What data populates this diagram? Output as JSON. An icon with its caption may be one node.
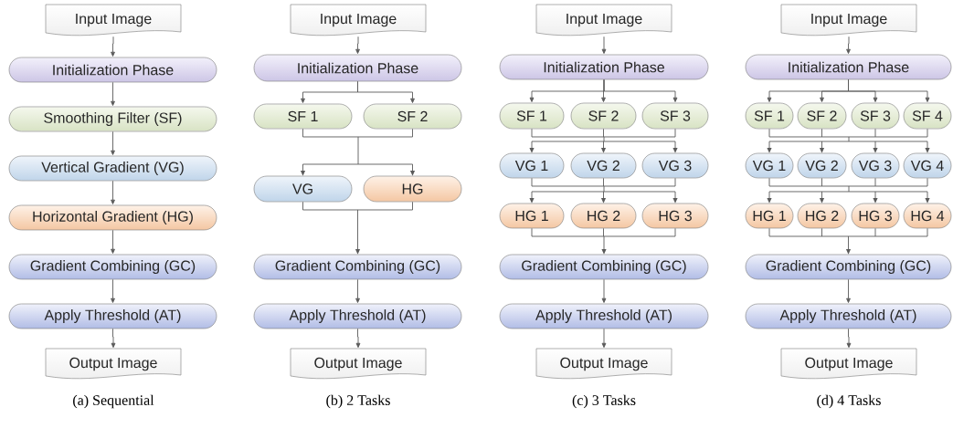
{
  "diagram": {
    "nodes": [
      {
        "text": [
          "Input Image"
        ]
      },
      {
        "text": [
          "Initialization Phase"
        ]
      },
      {
        "text": [
          "Smoothing Filter (SF)"
        ]
      },
      {
        "text": [
          "Vertical Gradient (VG)"
        ]
      },
      {
        "text": [
          "Horizontal Gradient (HG)"
        ]
      },
      {
        "text": [
          "Gradient Combining (GC)"
        ]
      },
      {
        "text": [
          "Apply Threshold (AT)"
        ]
      },
      {
        "text": [
          "Output Image"
        ]
      },
      {
        "text": [
          "Input Image"
        ]
      },
      {
        "text": [
          "Initialization Phase"
        ]
      },
      {
        "text": [
          "SF 1"
        ]
      },
      {
        "text": [
          "SF 2"
        ]
      },
      {
        "text": [
          "VG"
        ]
      },
      {
        "text": [
          "HG"
        ]
      },
      {
        "text": [
          "Gradient Combining (GC)"
        ]
      },
      {
        "text": [
          "Apply Threshold (AT)"
        ]
      },
      {
        "text": [
          "Output Image"
        ]
      },
      {
        "text": [
          "Input Image"
        ]
      },
      {
        "text": [
          "Initialization Phase"
        ]
      },
      {
        "text": [
          "SF 1"
        ]
      },
      {
        "text": [
          "SF 2"
        ]
      },
      {
        "text": [
          "SF 3"
        ]
      },
      {
        "text": [
          "VG 1"
        ]
      },
      {
        "text": [
          "VG 2"
        ]
      },
      {
        "text": [
          "VG 3"
        ]
      },
      {
        "text": [
          "HG 1"
        ]
      },
      {
        "text": [
          "HG 2"
        ]
      },
      {
        "text": [
          "HG 3"
        ]
      },
      {
        "text": [
          "Gradient Combining (GC)"
        ]
      },
      {
        "text": [
          "Apply Threshold (AT)"
        ]
      },
      {
        "text": [
          "Output Image"
        ]
      },
      {
        "text": [
          "Input Image"
        ]
      },
      {
        "text": [
          "Initialization Phase"
        ]
      },
      {
        "text": [
          "SF 1"
        ]
      },
      {
        "text": [
          "SF 2"
        ]
      },
      {
        "text": [
          "SF 3"
        ]
      },
      {
        "text": [
          "SF 4"
        ]
      },
      {
        "text": [
          "VG 1"
        ]
      },
      {
        "text": [
          "VG 2"
        ]
      },
      {
        "text": [
          "VG 3"
        ]
      },
      {
        "text": [
          "VG 4"
        ]
      },
      {
        "text": [
          "HG 1"
        ]
      },
      {
        "text": [
          "HG 2"
        ]
      },
      {
        "text": [
          "HG 3"
        ]
      },
      {
        "text": [
          "HG 4"
        ]
      },
      {
        "text": [
          "Gradient Combining (GC)"
        ]
      },
      {
        "text": [
          "Apply Threshold (AT)"
        ]
      },
      {
        "text": [
          "Output Image"
        ]
      }
    ],
    "edges": [
      {
        "from": 0,
        "to": 1,
        "arrow": "to"
      },
      {
        "from": 1,
        "to": 2,
        "arrow": "to"
      },
      {
        "from": 2,
        "to": 3,
        "arrow": "to"
      },
      {
        "from": 3,
        "to": 4,
        "arrow": "to"
      },
      {
        "from": 4,
        "to": 5,
        "arrow": "to"
      },
      {
        "from": 5,
        "to": 6,
        "arrow": "to"
      },
      {
        "from": 6,
        "to": 7,
        "arrow": "to"
      },
      {
        "from": 8,
        "to": 9,
        "arrow": "to"
      },
      {
        "from": 9,
        "to": 10,
        "arrow": "to"
      },
      {
        "from": 9,
        "to": 11,
        "arrow": "to"
      },
      {
        "from": 10,
        "to": 12,
        "arrow": "to"
      },
      {
        "from": 10,
        "to": 13,
        "arrow": "to"
      },
      {
        "from": 11,
        "to": 12,
        "arrow": "to"
      },
      {
        "from": 11,
        "to": 13,
        "arrow": "to"
      },
      {
        "from": 12,
        "to": 14,
        "arrow": "to"
      },
      {
        "from": 13,
        "to": 14,
        "arrow": "to"
      },
      {
        "from": 14,
        "to": 15,
        "arrow": "to"
      },
      {
        "from": 15,
        "to": 16,
        "arrow": "to"
      },
      {
        "from": 17,
        "to": 18,
        "arrow": "to"
      },
      {
        "from": 18,
        "to": 19,
        "arrow": "to"
      },
      {
        "from": 18,
        "to": 20,
        "arrow": "to"
      },
      {
        "from": 18,
        "to": 21,
        "arrow": "to"
      },
      {
        "from": 19,
        "to": 22,
        "arrow": "to"
      },
      {
        "from": 19,
        "to": 23,
        "arrow": "to"
      },
      {
        "from": 19,
        "to": 24,
        "arrow": "to"
      },
      {
        "from": 20,
        "to": 22,
        "arrow": "to"
      },
      {
        "from": 20,
        "to": 23,
        "arrow": "to"
      },
      {
        "from": 20,
        "to": 24,
        "arrow": "to"
      },
      {
        "from": 21,
        "to": 22,
        "arrow": "to"
      },
      {
        "from": 21,
        "to": 23,
        "arrow": "to"
      },
      {
        "from": 21,
        "to": 24,
        "arrow": "to"
      },
      {
        "from": 22,
        "to": 25,
        "arrow": "to"
      },
      {
        "from": 22,
        "to": 26,
        "arrow": "to"
      },
      {
        "from": 22,
        "to": 27,
        "arrow": "to"
      },
      {
        "from": 23,
        "to": 25,
        "arrow": "to"
      },
      {
        "from": 23,
        "to": 26,
        "arrow": "to"
      },
      {
        "from": 23,
        "to": 27,
        "arrow": "to"
      },
      {
        "from": 24,
        "to": 25,
        "arrow": "to"
      },
      {
        "from": 24,
        "to": 26,
        "arrow": "to"
      },
      {
        "from": 24,
        "to": 27,
        "arrow": "to"
      },
      {
        "from": 25,
        "to": 28,
        "arrow": "to"
      },
      {
        "from": 26,
        "to": 28,
        "arrow": "to"
      },
      {
        "from": 27,
        "to": 28,
        "arrow": "to"
      },
      {
        "from": 28,
        "to": 29,
        "arrow": "to"
      },
      {
        "from": 29,
        "to": 30,
        "arrow": "to"
      },
      {
        "from": 31,
        "to": 32,
        "arrow": "to"
      },
      {
        "from": 32,
        "to": 33,
        "arrow": "to"
      },
      {
        "from": 32,
        "to": 34,
        "arrow": "to"
      },
      {
        "from": 32,
        "to": 35,
        "arrow": "to"
      },
      {
        "from": 32,
        "to": 36,
        "arrow": "to"
      },
      {
        "from": 33,
        "to": 37,
        "arrow": "to"
      },
      {
        "from": 33,
        "to": 38,
        "arrow": "to"
      },
      {
        "from": 33,
        "to": 39,
        "arrow": "to"
      },
      {
        "from": 33,
        "to": 40,
        "arrow": "to"
      },
      {
        "from": 34,
        "to": 37,
        "arrow": "to"
      },
      {
        "from": 34,
        "to": 38,
        "arrow": "to"
      },
      {
        "from": 34,
        "to": 39,
        "arrow": "to"
      },
      {
        "from": 34,
        "to": 40,
        "arrow": "to"
      },
      {
        "from": 35,
        "to": 37,
        "arrow": "to"
      },
      {
        "from": 35,
        "to": 38,
        "arrow": "to"
      },
      {
        "from": 35,
        "to": 39,
        "arrow": "to"
      },
      {
        "from": 35,
        "to": 40,
        "arrow": "to"
      },
      {
        "from": 36,
        "to": 37,
        "arrow": "to"
      },
      {
        "from": 36,
        "to": 38,
        "arrow": "to"
      },
      {
        "from": 36,
        "to": 39,
        "arrow": "to"
      },
      {
        "from": 36,
        "to": 40,
        "arrow": "to"
      },
      {
        "from": 37,
        "to": 41,
        "arrow": "to"
      },
      {
        "from": 37,
        "to": 42,
        "arrow": "to"
      },
      {
        "from": 37,
        "to": 43,
        "arrow": "to"
      },
      {
        "from": 37,
        "to": 44,
        "arrow": "to"
      },
      {
        "from": 38,
        "to": 41,
        "arrow": "to"
      },
      {
        "from": 38,
        "to": 42,
        "arrow": "to"
      },
      {
        "from": 38,
        "to": 43,
        "arrow": "to"
      },
      {
        "from": 38,
        "to": 44,
        "arrow": "to"
      },
      {
        "from": 39,
        "to": 41,
        "arrow": "to"
      },
      {
        "from": 39,
        "to": 42,
        "arrow": "to"
      },
      {
        "from": 39,
        "to": 43,
        "arrow": "to"
      },
      {
        "from": 39,
        "to": 44,
        "arrow": "to"
      },
      {
        "from": 40,
        "to": 41,
        "arrow": "to"
      },
      {
        "from": 40,
        "to": 42,
        "arrow": "to"
      },
      {
        "from": 40,
        "to": 43,
        "arrow": "to"
      },
      {
        "from": 40,
        "to": 44,
        "arrow": "to"
      },
      {
        "from": 41,
        "to": 45,
        "arrow": "to"
      },
      {
        "from": 42,
        "to": 45,
        "arrow": "to"
      },
      {
        "from": 43,
        "to": 45,
        "arrow": "to"
      },
      {
        "from": 44,
        "to": 45,
        "arrow": "to"
      },
      {
        "from": 45,
        "to": 46,
        "arrow": "to"
      },
      {
        "from": 46,
        "to": 47,
        "arrow": "to"
      }
    ],
    "labels": [
      "(a) Sequential",
      "(b) 2 Tasks",
      "(c) 3 Tasks",
      "(d) 4 Tasks"
    ]
  }
}
